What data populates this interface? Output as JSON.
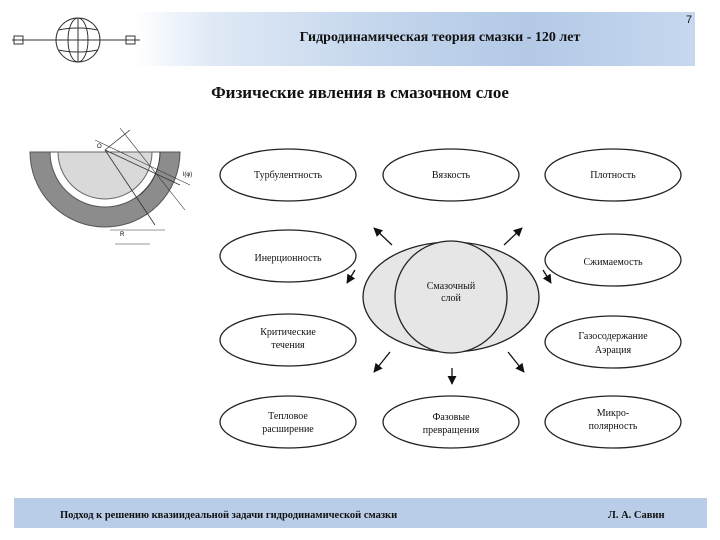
{
  "page_number": "7",
  "header": {
    "title": "Гидродинамическая теория смазки - 120 лет"
  },
  "main_title": "Физические явления в смазочном слое",
  "center": {
    "line1": "Смазочный",
    "line2": "слой"
  },
  "nodes": {
    "turbulence": "Турбулентность",
    "viscosity": "Вязкость",
    "density": "Плотность",
    "inertia": "Инерционность",
    "compressibility": "Сжимаемость",
    "critical_flow_1": "Критические",
    "critical_flow_2": "течения",
    "gas_content_1": "Газосодержание",
    "gas_content_2": "Аэрация",
    "thermal_1": "Тепловое",
    "thermal_2": "расширение",
    "phase_1": "Фазовые",
    "phase_2": "превращения",
    "micropolar_1": "Микро-",
    "micropolar_2": "полярность"
  },
  "footer": {
    "left": "Подход к решению квазиидеальной задачи гидродинамической смазки",
    "right": "Л. А. Савин"
  },
  "colors": {
    "header_band": "#b3c9e6",
    "footer_band": "#b9cde8",
    "center_fill": "#e6e6e6"
  }
}
